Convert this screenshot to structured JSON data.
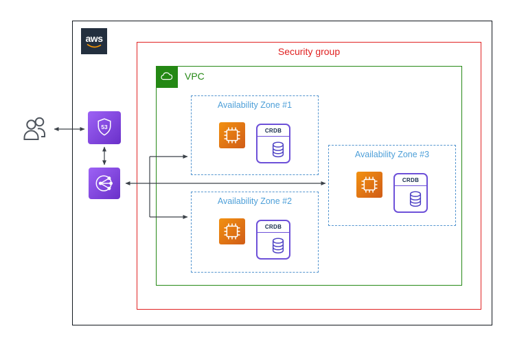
{
  "aws_logo": {
    "text": "aws"
  },
  "security_group": {
    "label": "Security group"
  },
  "vpc": {
    "label": "VPC"
  },
  "zones": [
    {
      "label": "Availability Zone #1"
    },
    {
      "label": "Availability Zone #2"
    },
    {
      "label": "Availability Zone #3"
    }
  ],
  "crdb": {
    "label": "CRDB"
  },
  "route53": {
    "badge": "53"
  },
  "icons": {
    "aws": "aws-logo",
    "vpc": "vpc-cloud-icon",
    "users": "users-icon",
    "route53": "route53-shield-icon",
    "load_balancer": "load-balancer-icon",
    "ec2": "ec2-chip-icon",
    "database": "database-cylinder-icon"
  },
  "colors": {
    "outer_border": "#10151b",
    "security_group_red": "#e02020",
    "vpc_green": "#248814",
    "zone_blue": "#5294cf",
    "purple_light": "#9d62f5",
    "purple_dark": "#6a30c9",
    "orange_light": "#f29111",
    "orange_dark": "#d05c17",
    "crdb_border": "#6c4fd8",
    "arrow": "#3b4148"
  }
}
